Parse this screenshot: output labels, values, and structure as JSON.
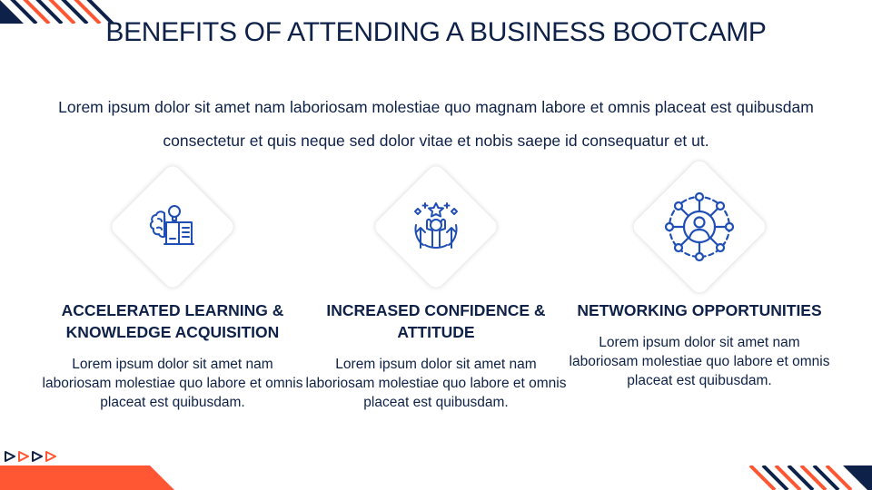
{
  "slide": {
    "title": "BENEFITS OF ATTENDING A BUSINESS BOOTCAMP",
    "intro": "Lorem ipsum dolor sit amet nam laboriosam molestiae quo magnam labore et omnis placeat est quibusdam consectetur et quis neque sed dolor vitae et nobis saepe id consequatur et ut."
  },
  "cards": [
    {
      "icon": "brain-book-lightbulb-icon",
      "title": "ACCELERATED LEARNING & KNOWLEDGE ACQUISITION",
      "text": "Lorem ipsum dolor sit amet nam laboriosam molestiae quo labore et omnis placeat est quibusdam."
    },
    {
      "icon": "celebration-stars-person-icon",
      "title": "INCREASED CONFIDENCE & ATTITUDE",
      "text": "Lorem ipsum dolor sit amet nam laboriosam molestiae quo labore et omnis placeat est quibusdam."
    },
    {
      "icon": "network-person-icon",
      "title": "NETWORKING OPPORTUNITIES",
      "text": "Lorem ipsum dolor sit amet nam laboriosam molestiae quo labore et omnis placeat est quibusdam."
    }
  ],
  "colors": {
    "navy": "#0e2148",
    "orange": "#ff5733",
    "icon_blue": "#1f4fb5"
  }
}
